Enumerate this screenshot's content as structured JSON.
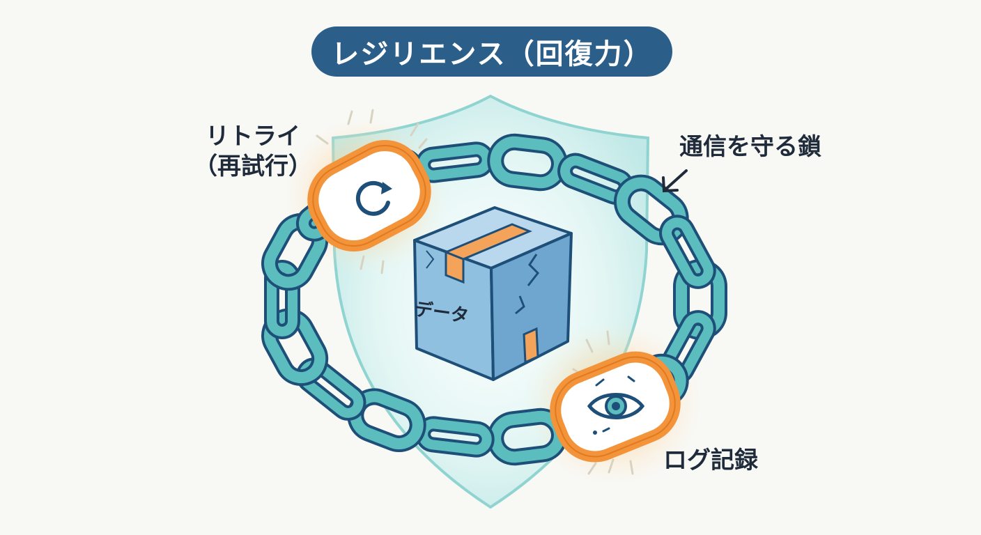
{
  "title": "レジリエンス（回復力）",
  "labels": {
    "retry_line1": "リトライ",
    "retry_line2": "（再試行）",
    "chain": "通信を守る鎖",
    "log": "ログ記録",
    "data": "データ"
  },
  "icons": {
    "retry": "refresh-icon",
    "log": "eye-icon",
    "center": "box-icon",
    "background": "shield-icon"
  },
  "colors": {
    "title_bg": "#2b5f8a",
    "chain_fill": "#5bbdbd",
    "chain_outline": "#1e4f78",
    "highlight": "#f3933a",
    "shield": "#bfe8e6",
    "box": "#7fb1d6",
    "tape": "#f0a060",
    "text": "#1f2b3a"
  }
}
